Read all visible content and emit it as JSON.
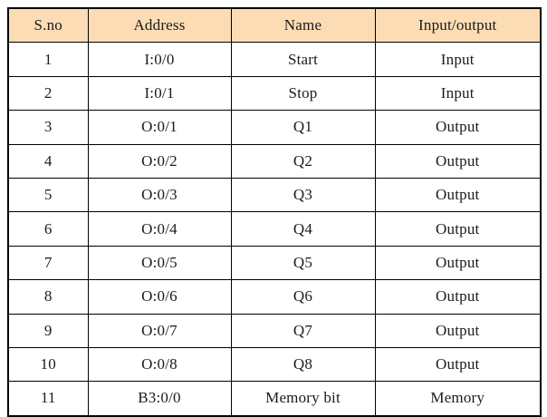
{
  "colors": {
    "header_bg": "#fbdcb4",
    "border": "#000000",
    "text": "#1b1b1b",
    "page_bg": "#ffffff"
  },
  "table": {
    "columns": [
      "S.no",
      "Address",
      "Name",
      "Input/output"
    ],
    "rows": [
      [
        "1",
        "I:0/0",
        "Start",
        "Input"
      ],
      [
        "2",
        "I:0/1",
        "Stop",
        "Input"
      ],
      [
        "3",
        "O:0/1",
        "Q1",
        "Output"
      ],
      [
        "4",
        "O:0/2",
        "Q2",
        "Output"
      ],
      [
        "5",
        "O:0/3",
        "Q3",
        "Output"
      ],
      [
        "6",
        "O:0/4",
        "Q4",
        "Output"
      ],
      [
        "7",
        "O:0/5",
        "Q5",
        "Output"
      ],
      [
        "8",
        "O:0/6",
        "Q6",
        "Output"
      ],
      [
        "9",
        "O:0/7",
        "Q7",
        "Output"
      ],
      [
        "10",
        "O:0/8",
        "Q8",
        "Output"
      ],
      [
        "11",
        "B3:0/0",
        "Memory bit",
        "Memory"
      ]
    ]
  }
}
